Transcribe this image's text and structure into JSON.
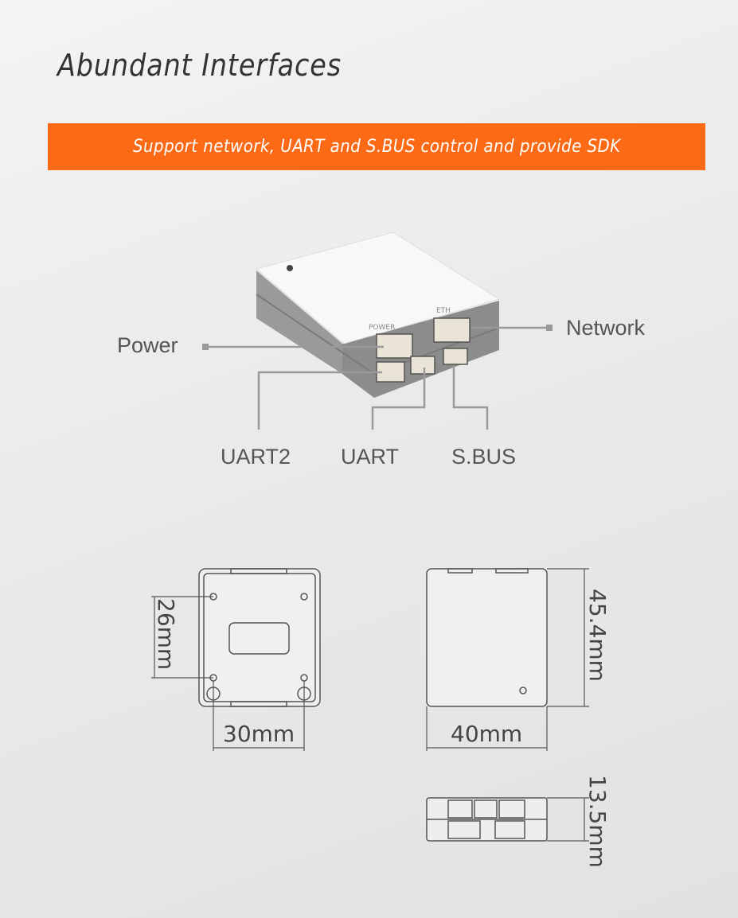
{
  "title": "Abundant Interfaces",
  "banner": {
    "text": "Support network, UART and S.BUS control and provide SDK",
    "color": "#fd6a15"
  },
  "device": {
    "port_markings": {
      "power": "POWER",
      "eth": "ETH"
    },
    "callouts": {
      "power": "Power",
      "network": "Network",
      "uart2": "UART2",
      "uart": "UART",
      "sbus": "S.BUS"
    }
  },
  "dimensions": {
    "hole_spacing_vertical": "26mm",
    "hole_spacing_horizontal": "30mm",
    "length": "45.4mm",
    "width": "40mm",
    "height": "13.5mm"
  }
}
